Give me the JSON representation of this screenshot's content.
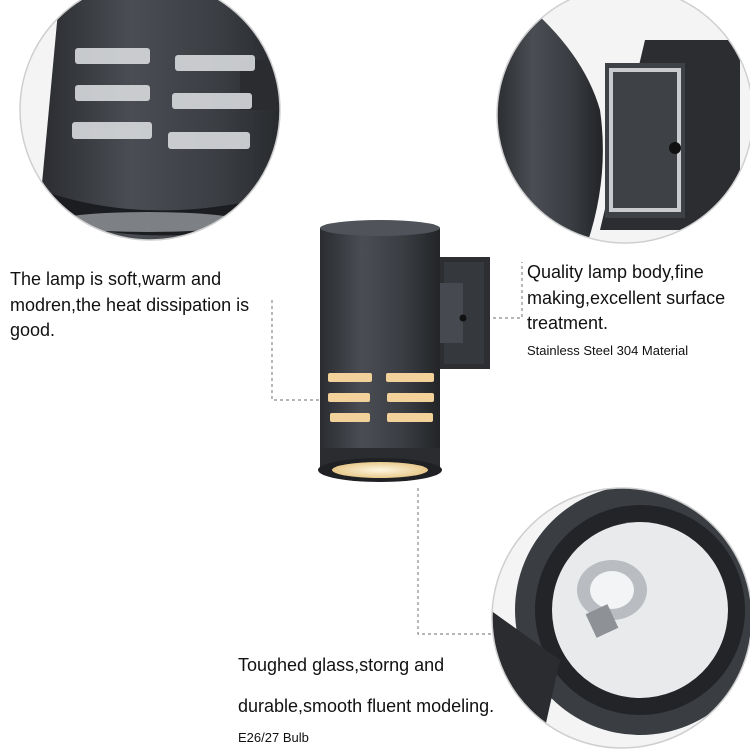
{
  "captions": {
    "left": "The lamp is soft,warm and modren,the heat dissipation is good.",
    "right": "Quality lamp body,fine making,excellent surface treatment.",
    "right_sub": "Stainless Steel 304 Material",
    "bottom_line1": "Toughed glass,storng and",
    "bottom_line2": "durable,smooth fluent modeling.",
    "bottom_sub": "E26/27 Bulb"
  },
  "colors": {
    "lamp_body": "#3c3f44",
    "lamp_dark": "#26282b",
    "warm_light": "#f2d29a",
    "callout_line": "#8a8a8a"
  }
}
